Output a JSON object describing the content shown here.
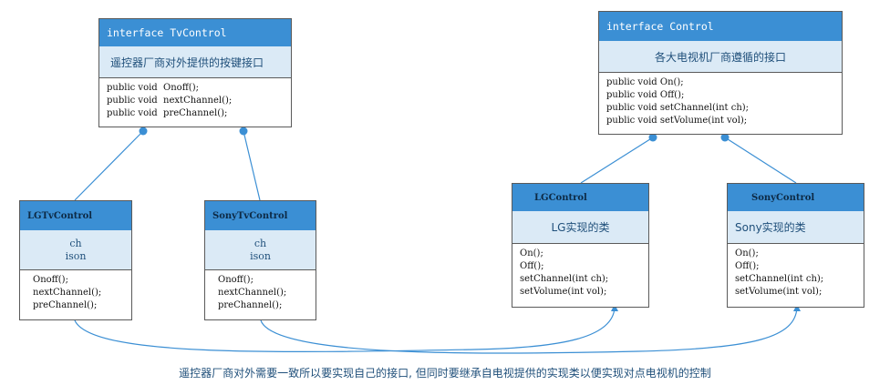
{
  "interfaces": {
    "tvcontrol": {
      "title": "interface TvControl",
      "description": "遥控器厂商对外提供的按键接口",
      "methods": [
        "public void  Onoff();",
        "public void  nextChannel();",
        "public void  preChannel();"
      ]
    },
    "control": {
      "title": "interface Control",
      "description": "各大电视机厂商遵循的接口",
      "methods": [
        "public void On();",
        "public void Off();",
        "public void setChannel(int ch);",
        "public void setVolume(int vol);"
      ]
    }
  },
  "classes": {
    "lgtv": {
      "title": "LGTvControl",
      "fields": [
        "ch",
        "ison"
      ],
      "methods": [
        "Onoff();",
        "nextChannel();",
        "preChannel();"
      ]
    },
    "sonytv": {
      "title": "SonyTvControl",
      "fields": [
        "ch",
        "ison"
      ],
      "methods": [
        "Onoff();",
        "nextChannel();",
        "preChannel();"
      ]
    },
    "lg": {
      "title": "LGControl",
      "description": "LG实现的类",
      "methods": [
        "On();",
        "Off();",
        "setChannel(int ch);",
        "setVolume(int vol);"
      ]
    },
    "sony": {
      "title": "SonyControl",
      "description": "Sony实现的类",
      "methods": [
        "On();",
        "Off();",
        "setChannel(int ch);",
        "setVolume(int vol);"
      ]
    }
  },
  "caption": "遥控器厂商对外需要一致所以要实现自己的接口, 但同时要继承自电视提供的实现类以便实现对点电视机的控制",
  "colors": {
    "header": "#3b8fd4",
    "band": "#dbeaf6",
    "connector": "#3b8fd4",
    "text_accent": "#1f4f7a"
  }
}
